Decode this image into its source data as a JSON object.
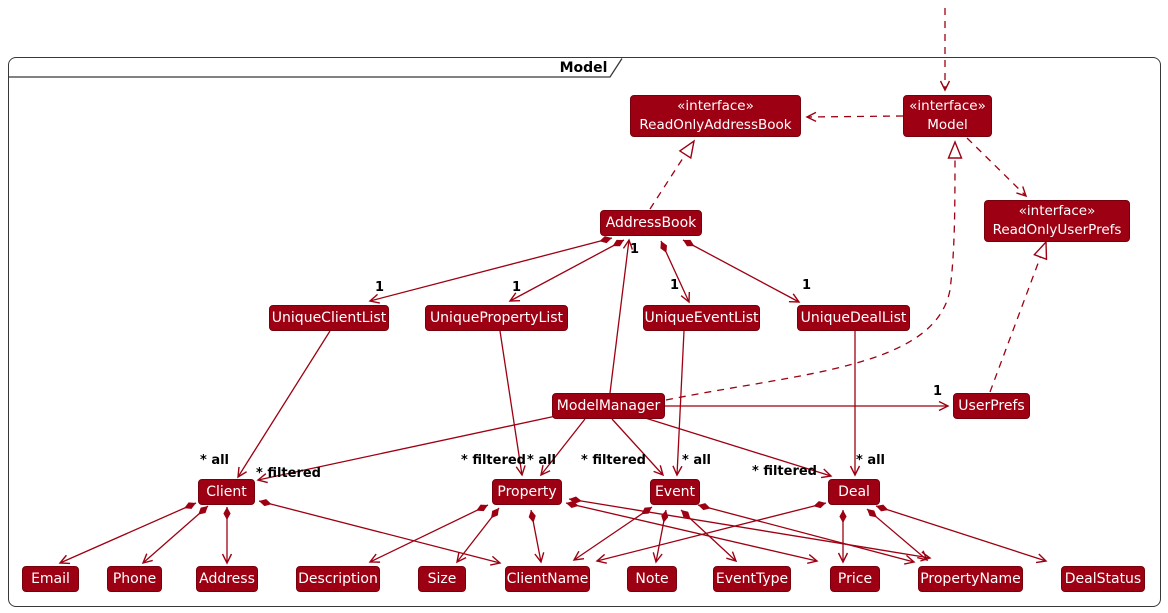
{
  "diagram": {
    "title": "Model",
    "type": "uml-class-diagram",
    "colors": {
      "node_fill": "#9D0012",
      "node_text": "#FFFFFF",
      "edge": "#9D0012",
      "frame_border": "#383838",
      "label_text": "#000000"
    },
    "nodes": {
      "read_only_address_book": {
        "stereotype": "«interface»",
        "name": "ReadOnlyAddressBook"
      },
      "model": {
        "stereotype": "«interface»",
        "name": "Model"
      },
      "read_only_user_prefs": {
        "stereotype": "«interface»",
        "name": "ReadOnlyUserPrefs"
      },
      "address_book": {
        "name": "AddressBook"
      },
      "unique_client_list": {
        "name": "UniqueClientList"
      },
      "unique_property_list": {
        "name": "UniquePropertyList"
      },
      "unique_event_list": {
        "name": "UniqueEventList"
      },
      "unique_deal_list": {
        "name": "UniqueDealList"
      },
      "model_manager": {
        "name": "ModelManager"
      },
      "user_prefs": {
        "name": "UserPrefs"
      },
      "client": {
        "name": "Client"
      },
      "property": {
        "name": "Property"
      },
      "event": {
        "name": "Event"
      },
      "deal": {
        "name": "Deal"
      },
      "email": {
        "name": "Email"
      },
      "phone": {
        "name": "Phone"
      },
      "address": {
        "name": "Address"
      },
      "description": {
        "name": "Description"
      },
      "size": {
        "name": "Size"
      },
      "client_name": {
        "name": "ClientName"
      },
      "note": {
        "name": "Note"
      },
      "event_type": {
        "name": "EventType"
      },
      "price": {
        "name": "Price"
      },
      "property_name": {
        "name": "PropertyName"
      },
      "deal_status": {
        "name": "DealStatus"
      }
    },
    "edge_labels": {
      "addressbook_mult": "1",
      "unique_client_list_mult": "1",
      "unique_property_list_mult": "1",
      "unique_event_list_mult": "1",
      "unique_deal_list_mult": "1",
      "user_prefs_mult": "1",
      "client_all": "* all",
      "client_filtered": "* filtered",
      "property_filtered": "* filtered",
      "property_all": "* all",
      "event_filtered": "* filtered",
      "event_all": "* all",
      "deal_filtered": "* filtered",
      "deal_all": "* all"
    }
  }
}
